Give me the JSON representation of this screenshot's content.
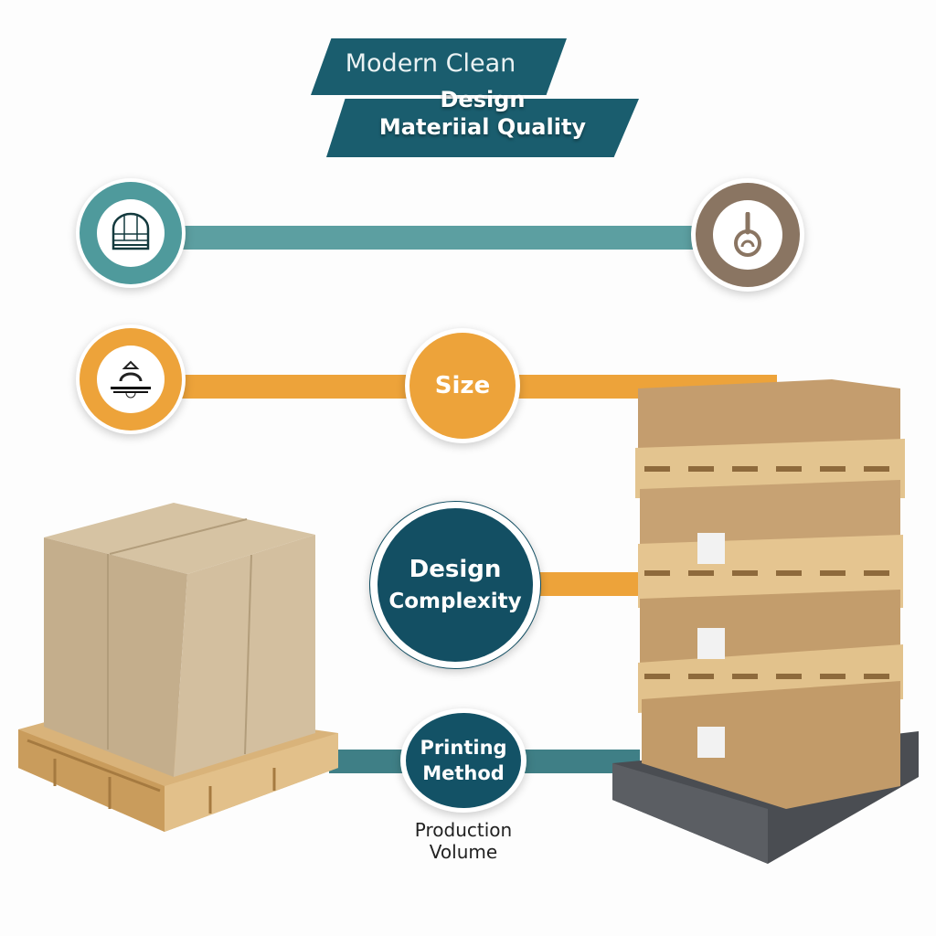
{
  "header": {
    "line1": "Modern Clean",
    "line2": "Design",
    "line3": "Materiial Quality"
  },
  "nodes": {
    "material_icon": "material-texture-icon",
    "quality_icon": "quality-dial-icon",
    "size_icon": "size-tool-icon",
    "size": "Size",
    "design_complexity_1": "Design",
    "design_complexity_2": "Complexity",
    "printing_method_1": "Printing",
    "printing_method_2": "Method",
    "production_volume_1": "Production",
    "production_volume_2": "Volume"
  },
  "colors": {
    "teal": "#4f9a9c",
    "dark_teal": "#134f63",
    "orange": "#eda33a",
    "brown": "#8a7562",
    "cardboard": "#c9a57a"
  }
}
